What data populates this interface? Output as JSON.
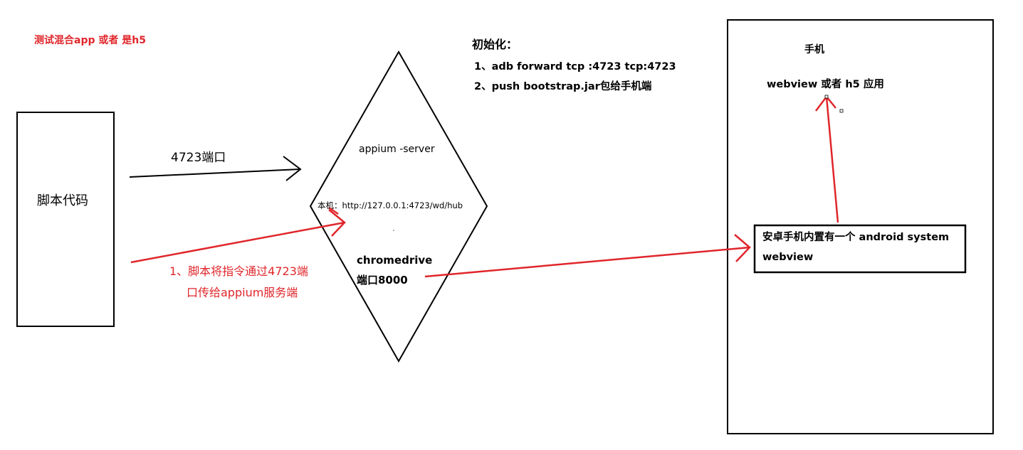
{
  "colors": {
    "ink": "#000000",
    "accent_red": "#e0262b",
    "background": "#ffffff"
  },
  "header": {
    "title": "测试混合app 或者 是h5"
  },
  "script_box": {
    "label": "脚本代码"
  },
  "port_arrow": {
    "label": "4723端口"
  },
  "server": {
    "title": "appium -server",
    "local_url": "本机：http://127.0.0.1:4723/wd/hub",
    "chromedrive_line1": "chromedrive",
    "chromedrive_line2": "端口8000"
  },
  "init_notes": {
    "heading": "初始化：",
    "step1": "1、adb forward tcp :4723 tcp:4723",
    "step2": "2、push bootstrap.jar包给手机端"
  },
  "step_note": {
    "line1": "1、脚本将指令通过4723端",
    "line2": "口传给appium服务端"
  },
  "phone": {
    "title": "手机",
    "app_label": "webview 或者 h5 应用",
    "webview_line1": "安卓手机内置有一个 android system",
    "webview_line2": "webview"
  }
}
